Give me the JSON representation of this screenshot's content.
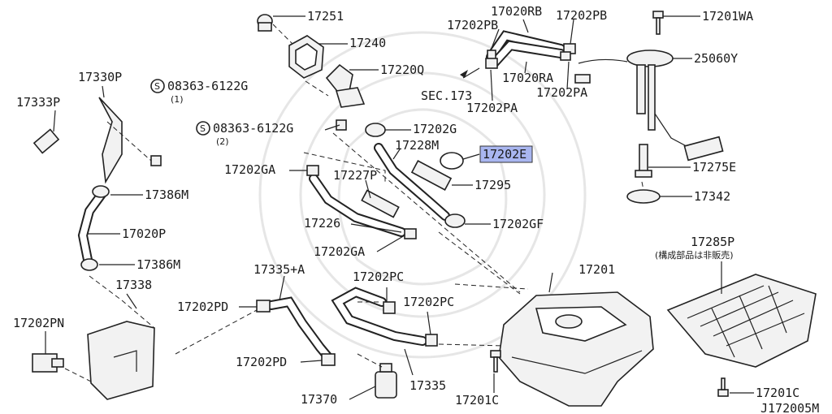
{
  "diagram_code": "J172005M",
  "highlight_color": "#a9b6f0",
  "callouts": [
    {
      "id": "c17251",
      "text": "17251"
    },
    {
      "id": "c17240",
      "text": "17240"
    },
    {
      "id": "c17220Q",
      "text": "17220Q"
    },
    {
      "id": "c17020RB",
      "text": "17020RB"
    },
    {
      "id": "c17202PB_a",
      "text": "17202PB"
    },
    {
      "id": "c17202PB_b",
      "text": "17202PB"
    },
    {
      "id": "c17201WA",
      "text": "17201WA"
    },
    {
      "id": "c25060Y",
      "text": "25060Y"
    },
    {
      "id": "c17020RA",
      "text": "17020RA"
    },
    {
      "id": "cSEC173",
      "text": "SEC.173"
    },
    {
      "id": "c17202PA_a",
      "text": "17202PA"
    },
    {
      "id": "c17202PA_b",
      "text": "17202PA"
    },
    {
      "id": "c17330P",
      "text": "17330P"
    },
    {
      "id": "c17333P",
      "text": "17333P"
    },
    {
      "id": "c08363_1",
      "text": "08363-6122G"
    },
    {
      "id": "c08363_1_qty",
      "text": "(1)"
    },
    {
      "id": "c08363_2",
      "text": "08363-6122G"
    },
    {
      "id": "c08363_2_qty",
      "text": "(2)"
    },
    {
      "id": "c17202G",
      "text": "17202G"
    },
    {
      "id": "c17228M",
      "text": "17228M"
    },
    {
      "id": "c17202E",
      "text": "17202E"
    },
    {
      "id": "c17202GA_a",
      "text": "17202GA"
    },
    {
      "id": "c17227P",
      "text": "17227P"
    },
    {
      "id": "c17295",
      "text": "17295"
    },
    {
      "id": "c17275E",
      "text": "17275E"
    },
    {
      "id": "c17386M_a",
      "text": "17386M"
    },
    {
      "id": "c17342",
      "text": "17342"
    },
    {
      "id": "c17226",
      "text": "17226"
    },
    {
      "id": "c17202GF",
      "text": "17202GF"
    },
    {
      "id": "c17020P",
      "text": "17020P"
    },
    {
      "id": "c17285P",
      "text": "17285P"
    },
    {
      "id": "c17285P_note",
      "text": "(構成部品は非販売)"
    },
    {
      "id": "c17202GA_b",
      "text": "17202GA"
    },
    {
      "id": "c17386M_b",
      "text": "17386M"
    },
    {
      "id": "c17335A",
      "text": "17335+A"
    },
    {
      "id": "c17201",
      "text": "17201"
    },
    {
      "id": "c17338",
      "text": "17338"
    },
    {
      "id": "c17202PC_a",
      "text": "17202PC"
    },
    {
      "id": "c17202PD_a",
      "text": "17202PD"
    },
    {
      "id": "c17202PC_b",
      "text": "17202PC"
    },
    {
      "id": "c17202PN",
      "text": "17202PN"
    },
    {
      "id": "c17202PD_b",
      "text": "17202PD"
    },
    {
      "id": "c17335",
      "text": "17335"
    },
    {
      "id": "c17370",
      "text": "17370"
    },
    {
      "id": "c17201C_a",
      "text": "17201C"
    },
    {
      "id": "c17201C_b",
      "text": "17201C"
    }
  ],
  "symbols": {
    "screw_marker": "S"
  }
}
